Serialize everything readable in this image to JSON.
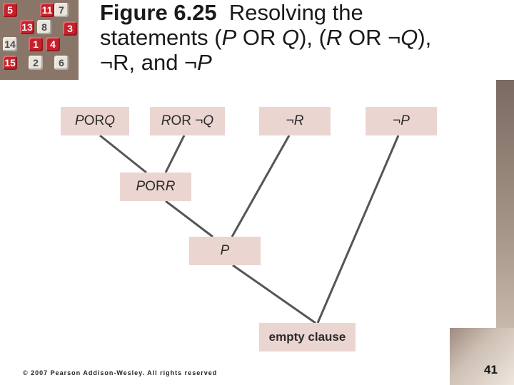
{
  "puzzle": {
    "tiles": [
      {
        "label": "5",
        "color": "red"
      },
      {
        "label": "13",
        "color": "red"
      },
      {
        "label": "8",
        "color": "white"
      },
      {
        "label": "3",
        "color": "red"
      },
      {
        "label": "14",
        "color": "white"
      },
      {
        "label": "1",
        "color": "red"
      },
      {
        "label": "4",
        "color": "red"
      },
      {
        "label": "15",
        "color": "red"
      },
      {
        "label": "2",
        "color": "white"
      },
      {
        "label": "6",
        "color": "white"
      },
      {
        "label": "11",
        "color": "red"
      },
      {
        "label": "7",
        "color": "white"
      }
    ]
  },
  "title": {
    "figure_label": "Figure 6.25",
    "lines": [
      [
        "Resolving the"
      ],
      [
        "statements (",
        {
          "i": "P"
        },
        " OR ",
        {
          "i": "Q"
        },
        "), (",
        {
          "i": "R"
        },
        " OR ¬",
        {
          "i": "Q"
        },
        "),"
      ],
      [
        "¬R, and ¬",
        {
          "i": "P"
        }
      ]
    ]
  },
  "diagram": {
    "nodes": {
      "n1": [
        {
          "i": "P"
        },
        " OR ",
        {
          "i": "Q"
        }
      ],
      "n2": [
        {
          "i": "R"
        },
        " OR ¬",
        {
          "i": "Q"
        }
      ],
      "n3": [
        "¬",
        {
          "i": "R"
        }
      ],
      "n4": [
        "¬",
        {
          "i": "P"
        }
      ],
      "n5": [
        {
          "i": "P"
        },
        " OR ",
        {
          "i": "R"
        }
      ],
      "n6": [
        {
          "i": "P"
        }
      ],
      "n7": [
        "empty clause"
      ]
    },
    "edges": [
      [
        "n1",
        "n5"
      ],
      [
        "n2",
        "n5"
      ],
      [
        "n5",
        "n6"
      ],
      [
        "n3",
        "n6"
      ],
      [
        "n6",
        "n7"
      ],
      [
        "n4",
        "n7"
      ]
    ],
    "node_color": "#ebd5d0",
    "line_color": "#555555"
  },
  "footer": "© 2007 Pearson Addison-Wesley. All rights reserved",
  "page_number": "41"
}
